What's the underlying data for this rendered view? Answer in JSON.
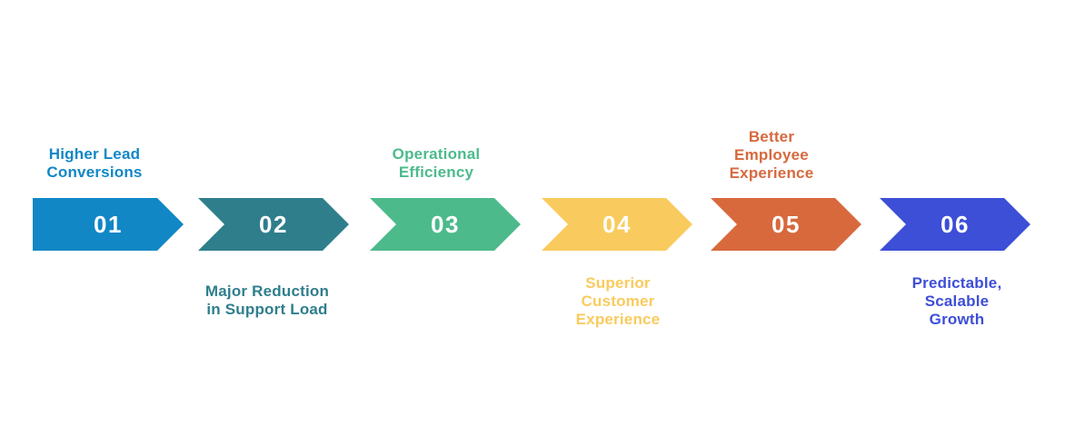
{
  "diagram": {
    "background_color": "#FFFFFF",
    "number_text_color": "#FFFFFF",
    "steps": [
      {
        "number": "01",
        "label": "Higher Lead Conversions",
        "label_lines": [
          "Higher Lead",
          "Conversions"
        ],
        "label_position": "above",
        "color": "#1187C6"
      },
      {
        "number": "02",
        "label": "Major Reduction in Support Load",
        "label_lines": [
          "Major Reduction",
          "in Support Load"
        ],
        "label_position": "below",
        "color": "#2F7E8C"
      },
      {
        "number": "03",
        "label": "Operational Efficiency",
        "label_lines": [
          "Operational",
          "Efficiency"
        ],
        "label_position": "above",
        "color": "#4DBA8C"
      },
      {
        "number": "04",
        "label": "Superior Customer Experience",
        "label_lines": [
          "Superior",
          "Customer",
          "Experience"
        ],
        "label_position": "below",
        "color": "#F9CB5E"
      },
      {
        "number": "05",
        "label": "Better Employee Experience",
        "label_lines": [
          "Better",
          "Employee",
          "Experience"
        ],
        "label_position": "above",
        "color": "#D7693D"
      },
      {
        "number": "06",
        "label": "Predictable, Scalable Growth",
        "label_lines": [
          "Predictable,",
          "Scalable",
          "Growth"
        ],
        "label_position": "below",
        "color": "#3D4ED7"
      }
    ]
  }
}
